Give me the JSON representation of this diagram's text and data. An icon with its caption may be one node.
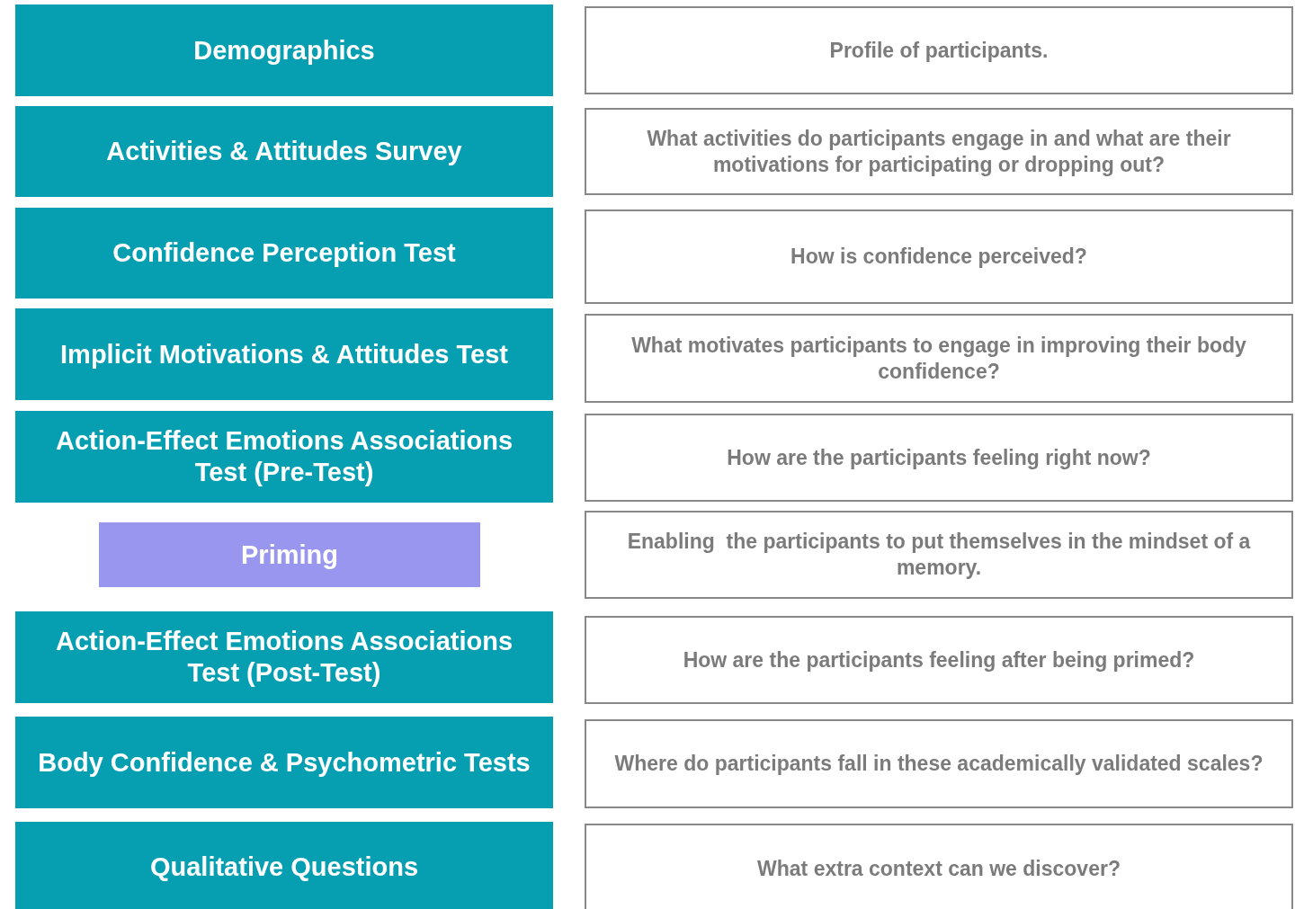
{
  "diagram": {
    "nodes": [
      {
        "text": [
          "Demographics"
        ]
      },
      {
        "text": [
          "Profile of participants."
        ]
      },
      {
        "text": [
          "Activities & Attitudes Survey"
        ]
      },
      {
        "text": [
          "What activities do participants engage in and what are their motivations for participating or dropping out?"
        ]
      },
      {
        "text": [
          "Confidence Perception Test"
        ]
      },
      {
        "text": [
          "How is confidence perceived?"
        ]
      },
      {
        "text": [
          "Implicit Motivations & Attitudes Test"
        ]
      },
      {
        "text": [
          "What motivates participants to engage in improving their body confidence?"
        ]
      },
      {
        "text": [
          "Action-Effect Emotions Associations Test (Pre-Test)"
        ]
      },
      {
        "text": [
          "How are the participants feeling right now?"
        ]
      },
      {
        "text": [
          "Priming"
        ]
      },
      {
        "text": [
          "Enabling  the participants to put themselves in the mindset of a memory."
        ]
      },
      {
        "text": [
          "Action-Effect Emotions Associations Test (Post-Test)"
        ]
      },
      {
        "text": [
          "How are the participants feeling after being primed?"
        ]
      },
      {
        "text": [
          "Body Confidence & Psychometric Tests"
        ]
      },
      {
        "text": [
          "Where do participants fall in these academically validated scales?"
        ]
      },
      {
        "text": [
          "Qualitative Questions"
        ]
      },
      {
        "text": [
          "What extra context can we discover?"
        ]
      }
    ]
  }
}
